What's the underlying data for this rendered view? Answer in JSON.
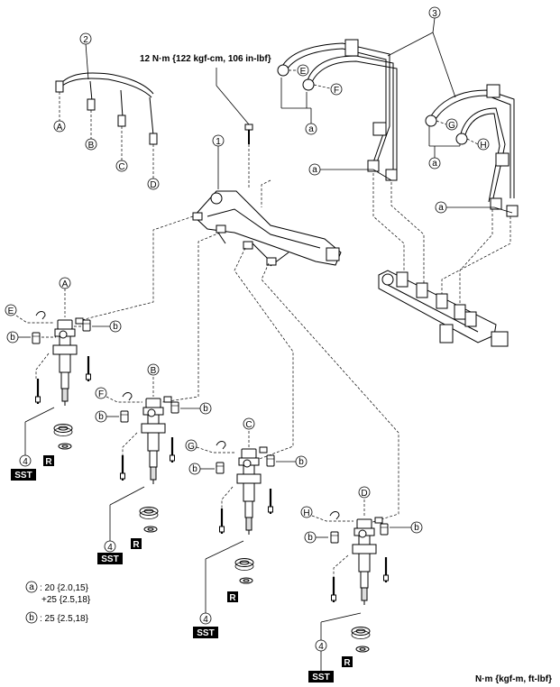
{
  "callouts": {
    "n1": "1",
    "n2": "2",
    "n3": "3",
    "n4": "4",
    "A": "A",
    "B": "B",
    "C": "C",
    "D": "D",
    "E": "E",
    "F": "F",
    "G": "G",
    "H": "H",
    "a": "a",
    "b": "b"
  },
  "torque_bolt": "12 N·m {122 kgf-cm, 106 in-lbf}",
  "sst": "SST",
  "replace_mark": "R",
  "legend": {
    "a_label": "a",
    "a_value_1": ": 20 {2.0,15}",
    "a_value_2": "+25 {2.5,18}",
    "b_label": "b",
    "b_value": ": 25 {2.5,18}"
  },
  "units": "N·m {kgf-m, ft-lbf}"
}
